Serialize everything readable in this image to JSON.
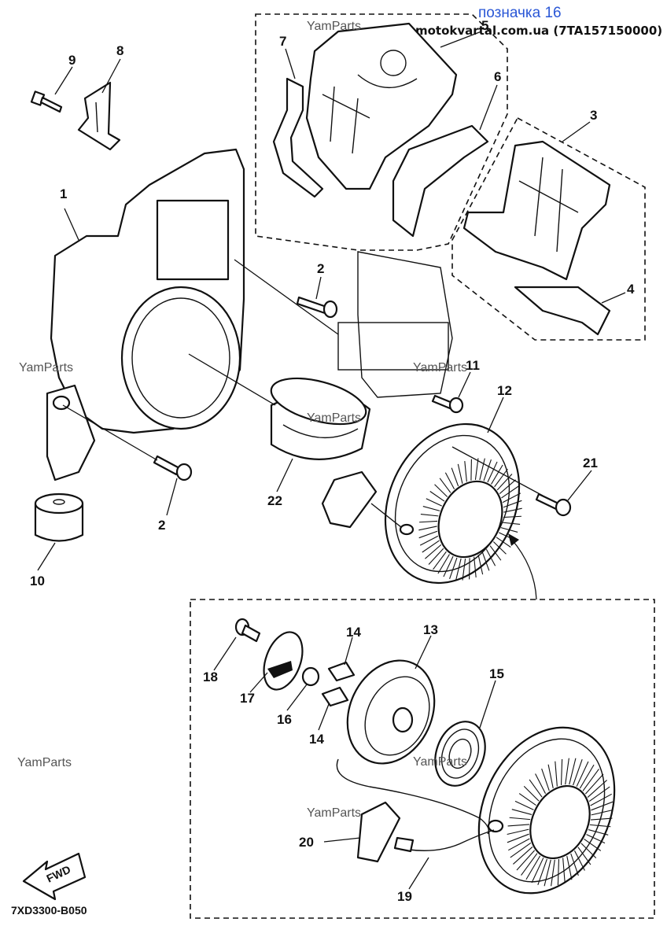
{
  "header": {
    "title": "позначка 16",
    "subtitle": "motokvartal.com.ua (7TA157150000)"
  },
  "watermark": "YamParts",
  "diagram_code": "7XD3300-B050",
  "fwd_label": "FWD",
  "parts": [
    {
      "id": "p1",
      "label": "1"
    },
    {
      "id": "p2a",
      "label": "2"
    },
    {
      "id": "p2b",
      "label": "2"
    },
    {
      "id": "p3",
      "label": "3"
    },
    {
      "id": "p4",
      "label": "4"
    },
    {
      "id": "p5",
      "label": "5"
    },
    {
      "id": "p6",
      "label": "6"
    },
    {
      "id": "p7",
      "label": "7"
    },
    {
      "id": "p8",
      "label": "8"
    },
    {
      "id": "p9",
      "label": "9"
    },
    {
      "id": "p10",
      "label": "10"
    },
    {
      "id": "p11",
      "label": "11"
    },
    {
      "id": "p12",
      "label": "12"
    },
    {
      "id": "p13",
      "label": "13"
    },
    {
      "id": "p14a",
      "label": "14"
    },
    {
      "id": "p14b",
      "label": "14"
    },
    {
      "id": "p15",
      "label": "15"
    },
    {
      "id": "p16",
      "label": "16"
    },
    {
      "id": "p17",
      "label": "17"
    },
    {
      "id": "p18",
      "label": "18"
    },
    {
      "id": "p19",
      "label": "19"
    },
    {
      "id": "p20",
      "label": "20"
    },
    {
      "id": "p21",
      "label": "21"
    },
    {
      "id": "p22",
      "label": "22"
    }
  ]
}
